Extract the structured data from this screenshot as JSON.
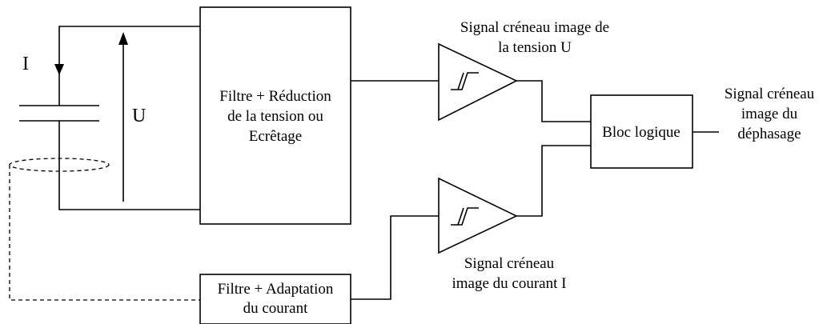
{
  "labels": {
    "current": "I",
    "voltage": "U"
  },
  "blocks": {
    "filter_voltage": [
      "Filtre + Réduction",
      "de la  tension  ou",
      "Ecrêtage"
    ],
    "filter_current": [
      "Filtre + Adaptation",
      "du courant"
    ],
    "logic": "Bloc logique"
  },
  "annotations": {
    "voltage_signal": [
      "Signal créneau image de",
      "la tension U"
    ],
    "current_signal": [
      "Signal créneau",
      "image du courant I"
    ],
    "phase_signal": [
      "Signal créneau",
      "image du",
      "déphasage"
    ]
  }
}
